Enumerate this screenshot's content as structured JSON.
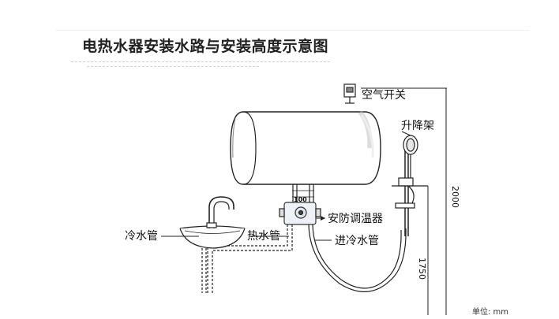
{
  "diagram": {
    "title": "电热水器安装水路与安装高度示意图",
    "labels": {
      "air_switch": "空气开关",
      "shower_rack": "升降架",
      "thermostat_valve": "安防调温器",
      "cold_water_pipe": "冷水管",
      "hot_water_pipe": "热水管",
      "cold_water_inlet": "进冷水管",
      "dimension_100": "100",
      "height_2000": "2000",
      "height_1750": "1750",
      "unit": "单位: mm"
    }
  }
}
